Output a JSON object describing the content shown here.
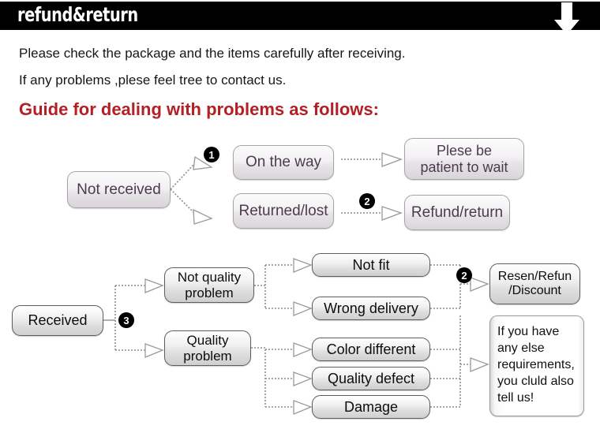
{
  "header": {
    "title": "refund&return",
    "arrow_icon": "down-arrow-icon",
    "background_color": "#000000",
    "text_color": "#ffffff"
  },
  "intro": {
    "line1": "Please check the package and the items carefully after receiving.",
    "line2": "If any problems ,plese feel tree to contact us.",
    "heading": "Guide for dealing with problems as follows:",
    "heading_color": "#b21f24"
  },
  "flow": {
    "upper": {
      "start": "Not received",
      "branches": [
        {
          "label": "On the way",
          "badge": "1",
          "result": "Plese be\npatient to wait",
          "result_line1": "Plese be",
          "result_line2": "patient to wait"
        },
        {
          "label": "Returned/lost",
          "badge": "2",
          "result": "Refund/return"
        }
      ]
    },
    "lower": {
      "start": "Received",
      "badge": "3",
      "branches": [
        {
          "label_line1": "Not quality",
          "label_line2": "problem",
          "items": [
            "Not fit",
            "Wrong delivery"
          ]
        },
        {
          "label_line1": "Quality",
          "label_line2": "problem",
          "items": [
            "Color different",
            "Quality defect",
            "Damage"
          ]
        }
      ],
      "outcomes": [
        {
          "badge": "2",
          "line1": "Resen/Refun",
          "line2": "/Discount"
        },
        {
          "text": "If you have any else requirements, you cluld also tell us!",
          "lines": [
            "If you have",
            "any else",
            "requirements,",
            "you cluld also",
            "tell us!"
          ]
        }
      ]
    }
  },
  "badges": {
    "one": "1",
    "two": "2",
    "three": "3",
    "four": "2"
  },
  "colors": {
    "node_text_purple": "#4c3a4d",
    "node_text_dark": "#0d0d0d",
    "node_border": "#9c9c9c",
    "connector": "#8e8e8e"
  }
}
